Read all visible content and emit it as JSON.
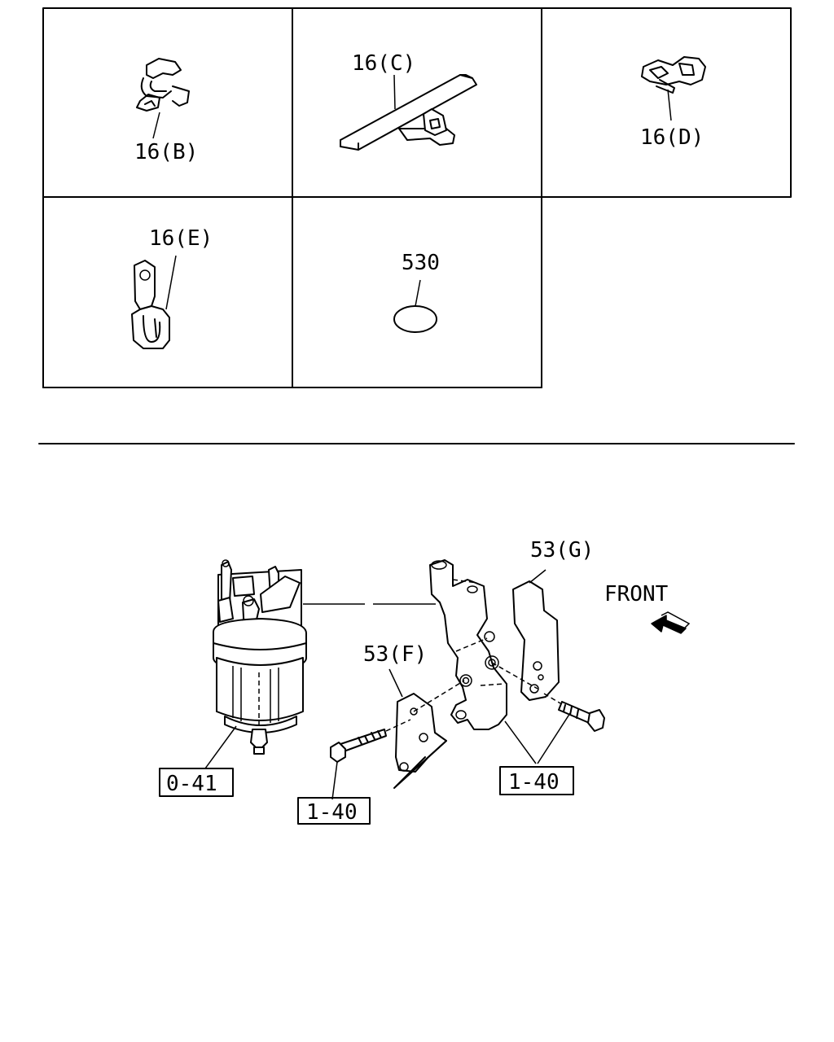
{
  "top_panels": {
    "part_b": "16(B)",
    "part_c": "16(C)",
    "part_d": "16(D)",
    "part_e": "16(E)",
    "part_530": "530"
  },
  "main_diagram": {
    "label_53g": "53(G)",
    "label_53f": "53(F)",
    "front": "FRONT",
    "box_0_41": "0-41",
    "box_1_40_left": "1-40",
    "box_1_40_right": "1-40"
  }
}
